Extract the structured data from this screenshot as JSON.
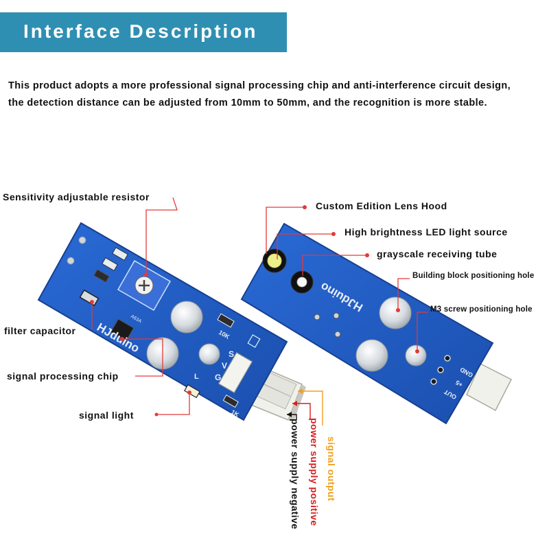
{
  "header": {
    "title": "Interface Description"
  },
  "intro": {
    "line1": "This product adopts a more professional signal processing chip and anti-interference circuit design,",
    "line2": "the detection distance can be adjusted from 10mm to 50mm, and the recognition is more stable."
  },
  "left_board": {
    "callouts": {
      "sensitivity": "Sensitivity adjustable resistor",
      "filter_cap": "filter capacitor",
      "chip": "signal processing chip",
      "signal_light": "signal light"
    },
    "silkscreen": {
      "brand": "HJduino",
      "pin_s": "S",
      "pin_v": "V",
      "pin_g": "G",
      "chip_code": "A63A",
      "r10k": "10K",
      "r1k": "1K",
      "l": "L"
    }
  },
  "pins": {
    "signal_output": "signal output",
    "power_positive": "power supply positive",
    "power_negative": "power supply negative"
  },
  "right_board": {
    "callouts": {
      "lens_hood": "Custom Edition Lens Hood",
      "led": "High brightness LED light source",
      "receiver": "grayscale receiving tube",
      "block_hole": "Building block positioning hole",
      "screw_hole": "M3 screw positioning hole"
    },
    "silkscreen": {
      "brand": "HJduino",
      "gnd": "GND",
      "plus5": "+5",
      "out": "OUT"
    }
  },
  "colors": {
    "banner": "#2f8fb3",
    "board": "#1f5cc4",
    "callout_line": "#e23a3a",
    "signal_output": "#f0a020",
    "power_positive": "#d42020",
    "power_negative": "#111111"
  }
}
